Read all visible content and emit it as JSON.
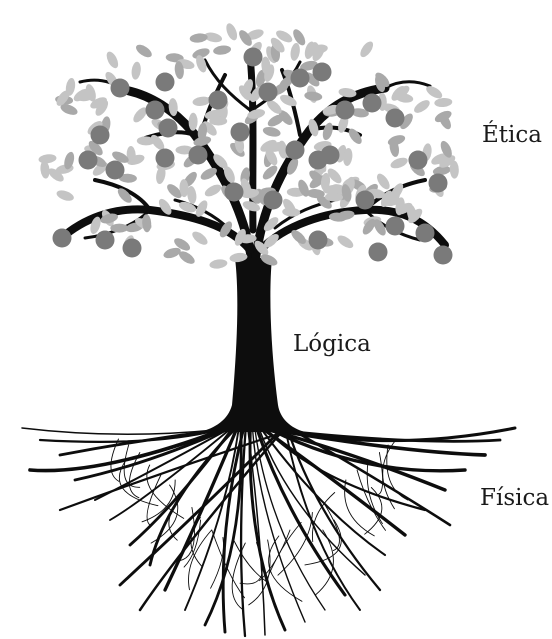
{
  "labels": {
    "ethics": "Ética",
    "logic": "Lógica",
    "physics": "Física"
  },
  "colors": {
    "trunk": "#0d0d0d",
    "leaf": "#c4c4c4",
    "leaf_dark": "#a9a9a9",
    "fruit": "#7a7a7a",
    "background": "#ffffff"
  }
}
